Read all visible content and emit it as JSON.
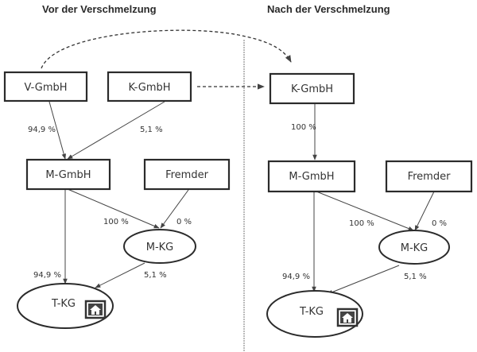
{
  "titles": {
    "before": "Vor der Verschmelzung",
    "after": "Nach der Verschmelzung"
  },
  "before": {
    "nodes": {
      "v_gmbh": "V-GmbH",
      "k_gmbh": "K-GmbH",
      "m_gmbh": "M-GmbH",
      "fremder": "Fremder",
      "m_kg": "M-KG",
      "t_kg": "T-KG"
    },
    "edges": {
      "v_to_m": "94,9 %",
      "k_to_m": "5,1 %",
      "m_to_mkg": "100 %",
      "fremder_to_mkg": "0 %",
      "m_to_tkg": "94,9 %",
      "mkg_to_tkg": "5,1 %"
    }
  },
  "after": {
    "nodes": {
      "k_gmbh": "K-GmbH",
      "m_gmbh": "M-GmbH",
      "fremder": "Fremder",
      "m_kg": "M-KG",
      "t_kg": "T-KG"
    },
    "edges": {
      "k_to_m": "100 %",
      "m_to_mkg": "100 %",
      "fremder_to_mkg": "0 %",
      "m_to_tkg": "94,9 %",
      "mkg_to_tkg": "5,1 %"
    }
  },
  "icons": {
    "real_estate": "house-icon"
  }
}
